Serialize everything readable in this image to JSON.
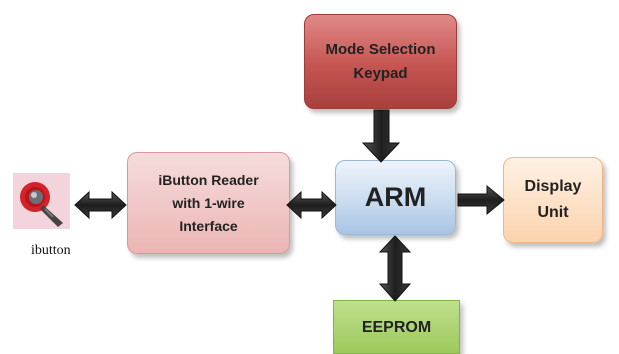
{
  "blocks": {
    "mode_selection": {
      "line1": "Mode Selection",
      "line2": "Keypad"
    },
    "ibutton_reader": {
      "line1": "iButton Reader",
      "line2": "with 1-wire",
      "line3": "Interface"
    },
    "arm": {
      "label": "ARM"
    },
    "display": {
      "line1": "Display",
      "line2": "Unit"
    },
    "eeprom": {
      "label": "EEPROM"
    }
  },
  "ibutton": {
    "label": "ibutton",
    "icon": "ibutton-key-fob-icon"
  },
  "colors": {
    "mode_selection": "#c55451",
    "ibutton_reader": "#ebb5b4",
    "arm": "#c6d9ee",
    "display": "#fbd3ad",
    "eeprom": "#9cc95c",
    "arrow": "#2b2b2b"
  }
}
